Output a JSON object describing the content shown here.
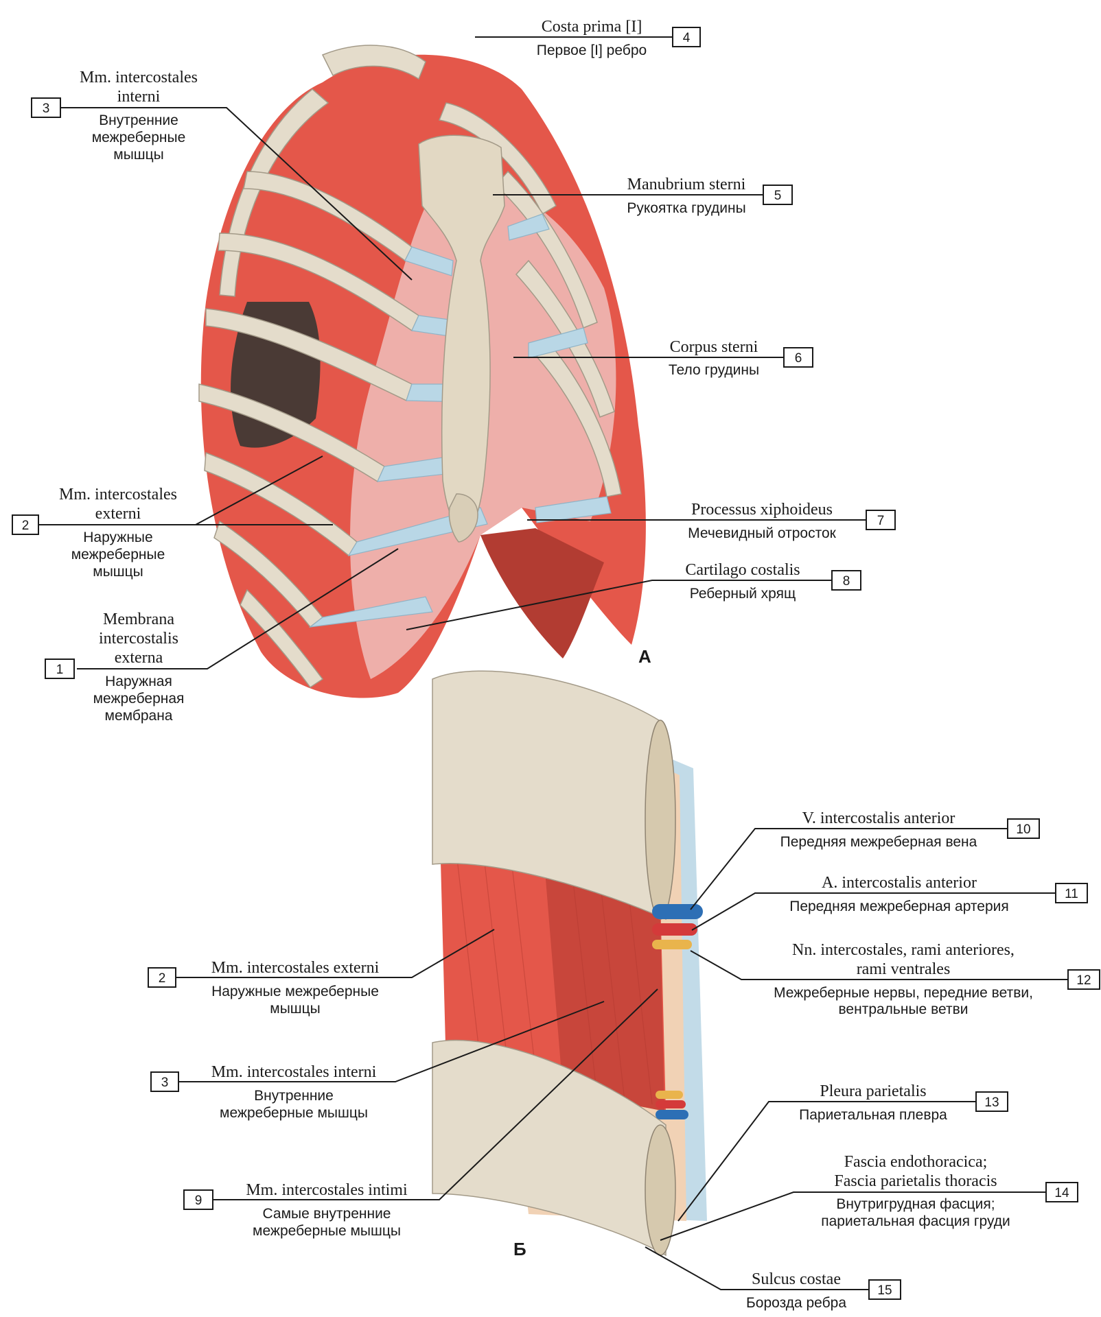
{
  "panels": {
    "a": "А",
    "b": "Б"
  },
  "colors": {
    "muscle": "#e4574a",
    "bone": "#e4dccb",
    "cartilage": "#b9d7e6",
    "vein": "#2d6fb5",
    "artery": "#d43a3a",
    "nerve": "#e9b44c"
  },
  "labels": {
    "l1": {
      "num": "1",
      "latin": [
        "Membrana",
        "intercostalis",
        "externa"
      ],
      "russian": [
        "Наружная",
        "межреберная",
        "мембрана"
      ]
    },
    "l2a": {
      "num": "2",
      "latin": [
        "Mm. intercostales",
        "externi"
      ],
      "russian": [
        "Наружные",
        "межреберные",
        "мышцы"
      ]
    },
    "l3a": {
      "num": "3",
      "latin": [
        "Mm. intercostales",
        "interni"
      ],
      "russian": [
        "Внутренние",
        "межреберные",
        "мышцы"
      ]
    },
    "l4": {
      "num": "4",
      "latin": [
        "Costa prima [I]"
      ],
      "russian": [
        "Первое [I] ребро"
      ]
    },
    "l5": {
      "num": "5",
      "latin": [
        "Manubrium sterni"
      ],
      "russian": [
        "Рукоятка грудины"
      ]
    },
    "l6": {
      "num": "6",
      "latin": [
        "Corpus sterni"
      ],
      "russian": [
        "Тело грудины"
      ]
    },
    "l7": {
      "num": "7",
      "latin": [
        "Processus xiphoideus"
      ],
      "russian": [
        "Мечевидный отросток"
      ]
    },
    "l8": {
      "num": "8",
      "latin": [
        "Cartilago costalis"
      ],
      "russian": [
        "Реберный хрящ"
      ]
    },
    "l2b": {
      "num": "2",
      "latin": [
        "Mm. intercostales externi"
      ],
      "russian": [
        "Наружные межреберные",
        "мышцы"
      ]
    },
    "l3b": {
      "num": "3",
      "latin": [
        "Mm. intercostales interni"
      ],
      "russian": [
        "Внутренние",
        "межреберные мышцы"
      ]
    },
    "l9": {
      "num": "9",
      "latin": [
        "Mm. intercostales intimi"
      ],
      "russian": [
        "Самые внутренние",
        "межреберные мышцы"
      ]
    },
    "l10": {
      "num": "10",
      "latin": [
        "V. intercostalis anterior"
      ],
      "russian": [
        "Передняя межреберная вена"
      ]
    },
    "l11": {
      "num": "11",
      "latin": [
        "A. intercostalis anterior"
      ],
      "russian": [
        "Передняя межреберная артерия"
      ]
    },
    "l12": {
      "num": "12",
      "latin": [
        "Nn. intercostales, rami anteriores,",
        "rami ventrales"
      ],
      "russian": [
        "Межреберные нервы, передние ветви,",
        "вентральные ветви"
      ]
    },
    "l13": {
      "num": "13",
      "latin": [
        "Pleura parietalis"
      ],
      "russian": [
        "Париетальная плевра"
      ]
    },
    "l14": {
      "num": "14",
      "latin": [
        "Fascia endothoracica;",
        "Fascia parietalis thoracis"
      ],
      "russian": [
        "Внутригрудная фасция;",
        "париетальная фасция груди"
      ]
    },
    "l15": {
      "num": "15",
      "latin": [
        "Sulcus costae"
      ],
      "russian": [
        "Борозда ребра"
      ]
    }
  }
}
